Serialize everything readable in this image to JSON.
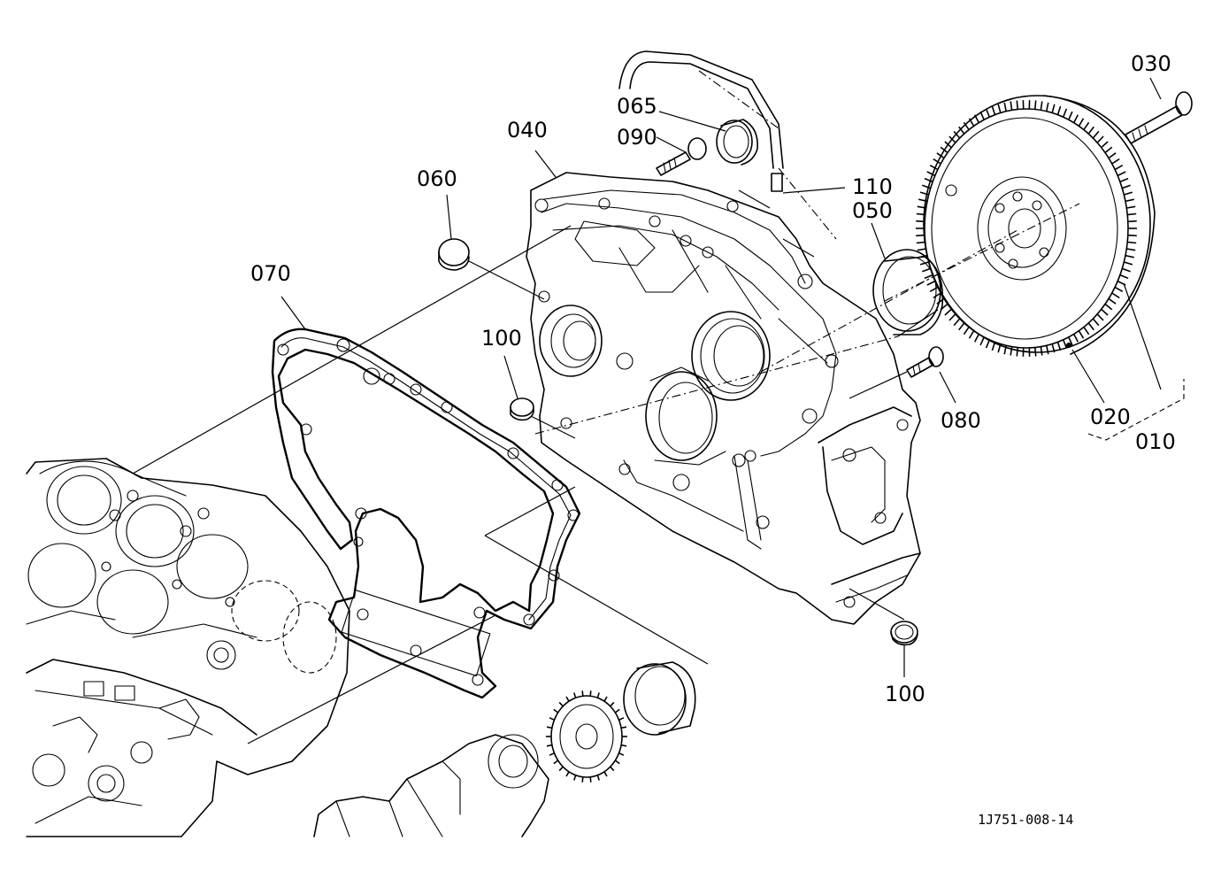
{
  "labels": {
    "p030": "030",
    "p065": "065",
    "p040": "040",
    "p090": "090",
    "p060": "060",
    "p110": "110",
    "p050": "050",
    "p070": "070",
    "p100a": "100",
    "p080": "080",
    "p020": "020",
    "p010": "010",
    "p100b": "100"
  },
  "drawing_number": "1J751-008-14"
}
